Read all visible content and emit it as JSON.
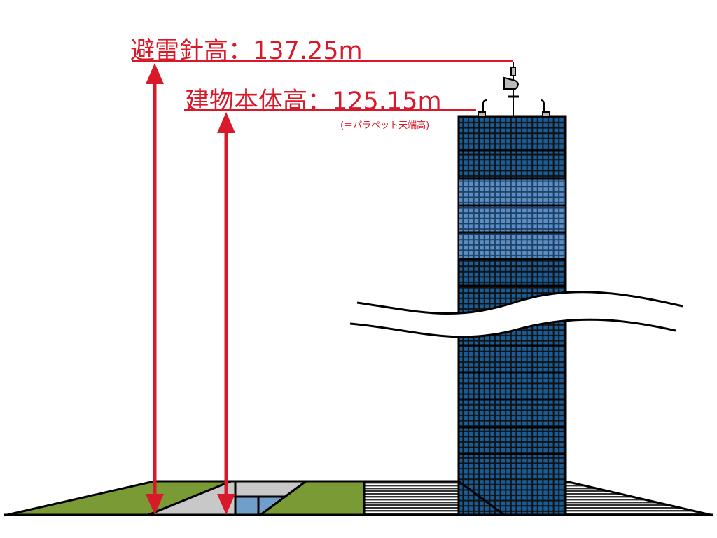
{
  "labels": {
    "lightning_rod_height": "避雷針高：137.25m",
    "building_height": "建物本体高：125.15m",
    "building_height_note": "(＝パラペット天端高)"
  },
  "colors": {
    "accent_red": "#d7192a",
    "facade_blue": "#1a5c96",
    "facade_light": "#5b8fc4",
    "grass": "#7a9a36",
    "paving": "#c8c8c8",
    "water": "#6fa0cc"
  }
}
